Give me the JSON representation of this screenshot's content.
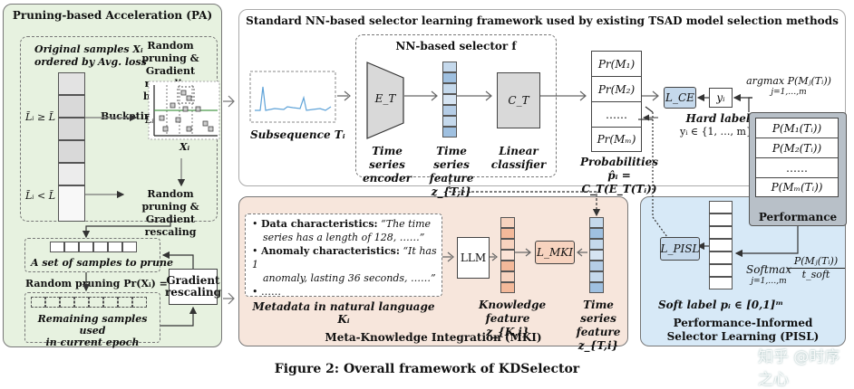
{
  "pa": {
    "title": "Pruning-based Acceleration (PA)",
    "orig_samples_line1": "Original samples Xᵢ",
    "orig_samples_line2": "ordered by Avg. loss",
    "random_bucket_line1": "Random pruning &",
    "random_bucket_line2": "Gradient rescaling",
    "random_bucket_line3": "by bucket",
    "bucketing": "Bucketing",
    "li_axis": "L̃ᵢ",
    "xi_axis": "Xᵢ",
    "cond_ge": "L̃ᵢ ≥ L̃",
    "cond_lt": "L̃ᵢ < L̃",
    "random_line1": "Random pruning &",
    "random_line2": "Gradient rescaling",
    "set_to_prune": "A set of samples to prune",
    "random_prob": "Random pruning Pr(Xᵢ) = r",
    "gradient_line1": "Gradient",
    "gradient_line2": "rescaling",
    "remaining_line1": "Remaining samples used",
    "remaining_line2": "in current epoch"
  },
  "std": {
    "title": "Standard NN-based selector learning framework used by existing TSAD model selection methods",
    "nn_selector": "NN-based selector f",
    "encoder_label": "E_T",
    "encoder_text_1": "Time series",
    "encoder_text_2": "encoder",
    "feature_text_1": "Time series",
    "feature_text_2": "feature z_{T,i}",
    "classifier_label": "C_T",
    "classifier_text_1": "Linear",
    "classifier_text_2": "classifier",
    "subsequence": "Subsequence Tᵢ",
    "probs": [
      "Pr(M₁)",
      "Pr(M₂)",
      "……",
      "Pr(Mₘ)"
    ],
    "probabilities": "Probabilities",
    "prob_formula": "p̂ᵢ = C_T(E_T(Tᵢ))",
    "lce": "L_CE",
    "yi": "yᵢ",
    "argmax_line1": "argmax P(Mⱼ(Tᵢ))",
    "argmax_line2": "j=1,…,m",
    "hard_label": "Hard label",
    "hard_label_set": "yᵢ ∈ {1, …, m}"
  },
  "perf": {
    "rows": [
      "P(M₁(Tᵢ))",
      "P(M₂(Tᵢ))",
      "……",
      "P(Mₘ(Tᵢ))"
    ],
    "label": "Performance"
  },
  "mki": {
    "title": "Meta-Knowledge Integration (MKI)",
    "data_char_label": "Data characteristics:",
    "data_char_quote_1": "“The time",
    "data_char_quote_2": "series has a length of 128, ……”",
    "anomaly_label": "Anomaly characteristics:",
    "anomaly_quote_1": "“It has 1",
    "anomaly_quote_2": "anomaly, lasting 36 seconds, ……”",
    "ellipsis": "……",
    "metadata": "Metadata in natural language Kᵢ",
    "llm": "LLM",
    "lmki": "L_MKI",
    "knowledge_1": "Knowledge",
    "knowledge_2": "feature z_{K,i}",
    "ts_feature_1": "Time series",
    "ts_feature_2": "feature z_{T,i}"
  },
  "pisl": {
    "lpisl": "L_PISL",
    "softmax": "Softmax",
    "softmax_sub": "j=1,…,m",
    "frac_num": "P(Mⱼ(Tᵢ))",
    "frac_den": "t_soft",
    "soft_label": "Soft label pᵢ ∈ [0,1]ᵐ",
    "title_1": "Performance-Informed",
    "title_2": "Selector Learning (PISL)"
  },
  "watermark": "知乎 @时序之心",
  "caption": "Figure 2: Overall framework of KDSelector",
  "colors": {
    "pa_bg": "#e7f2e0",
    "mki_bg": "#f7e6dc",
    "pisl_bg": "#d7e9f7",
    "feature_blue": "#c5d9ec",
    "feature_orange": "#f7d3bf",
    "block_grey": "#d9d9d9",
    "perf_bg": "#b8c0c8"
  }
}
